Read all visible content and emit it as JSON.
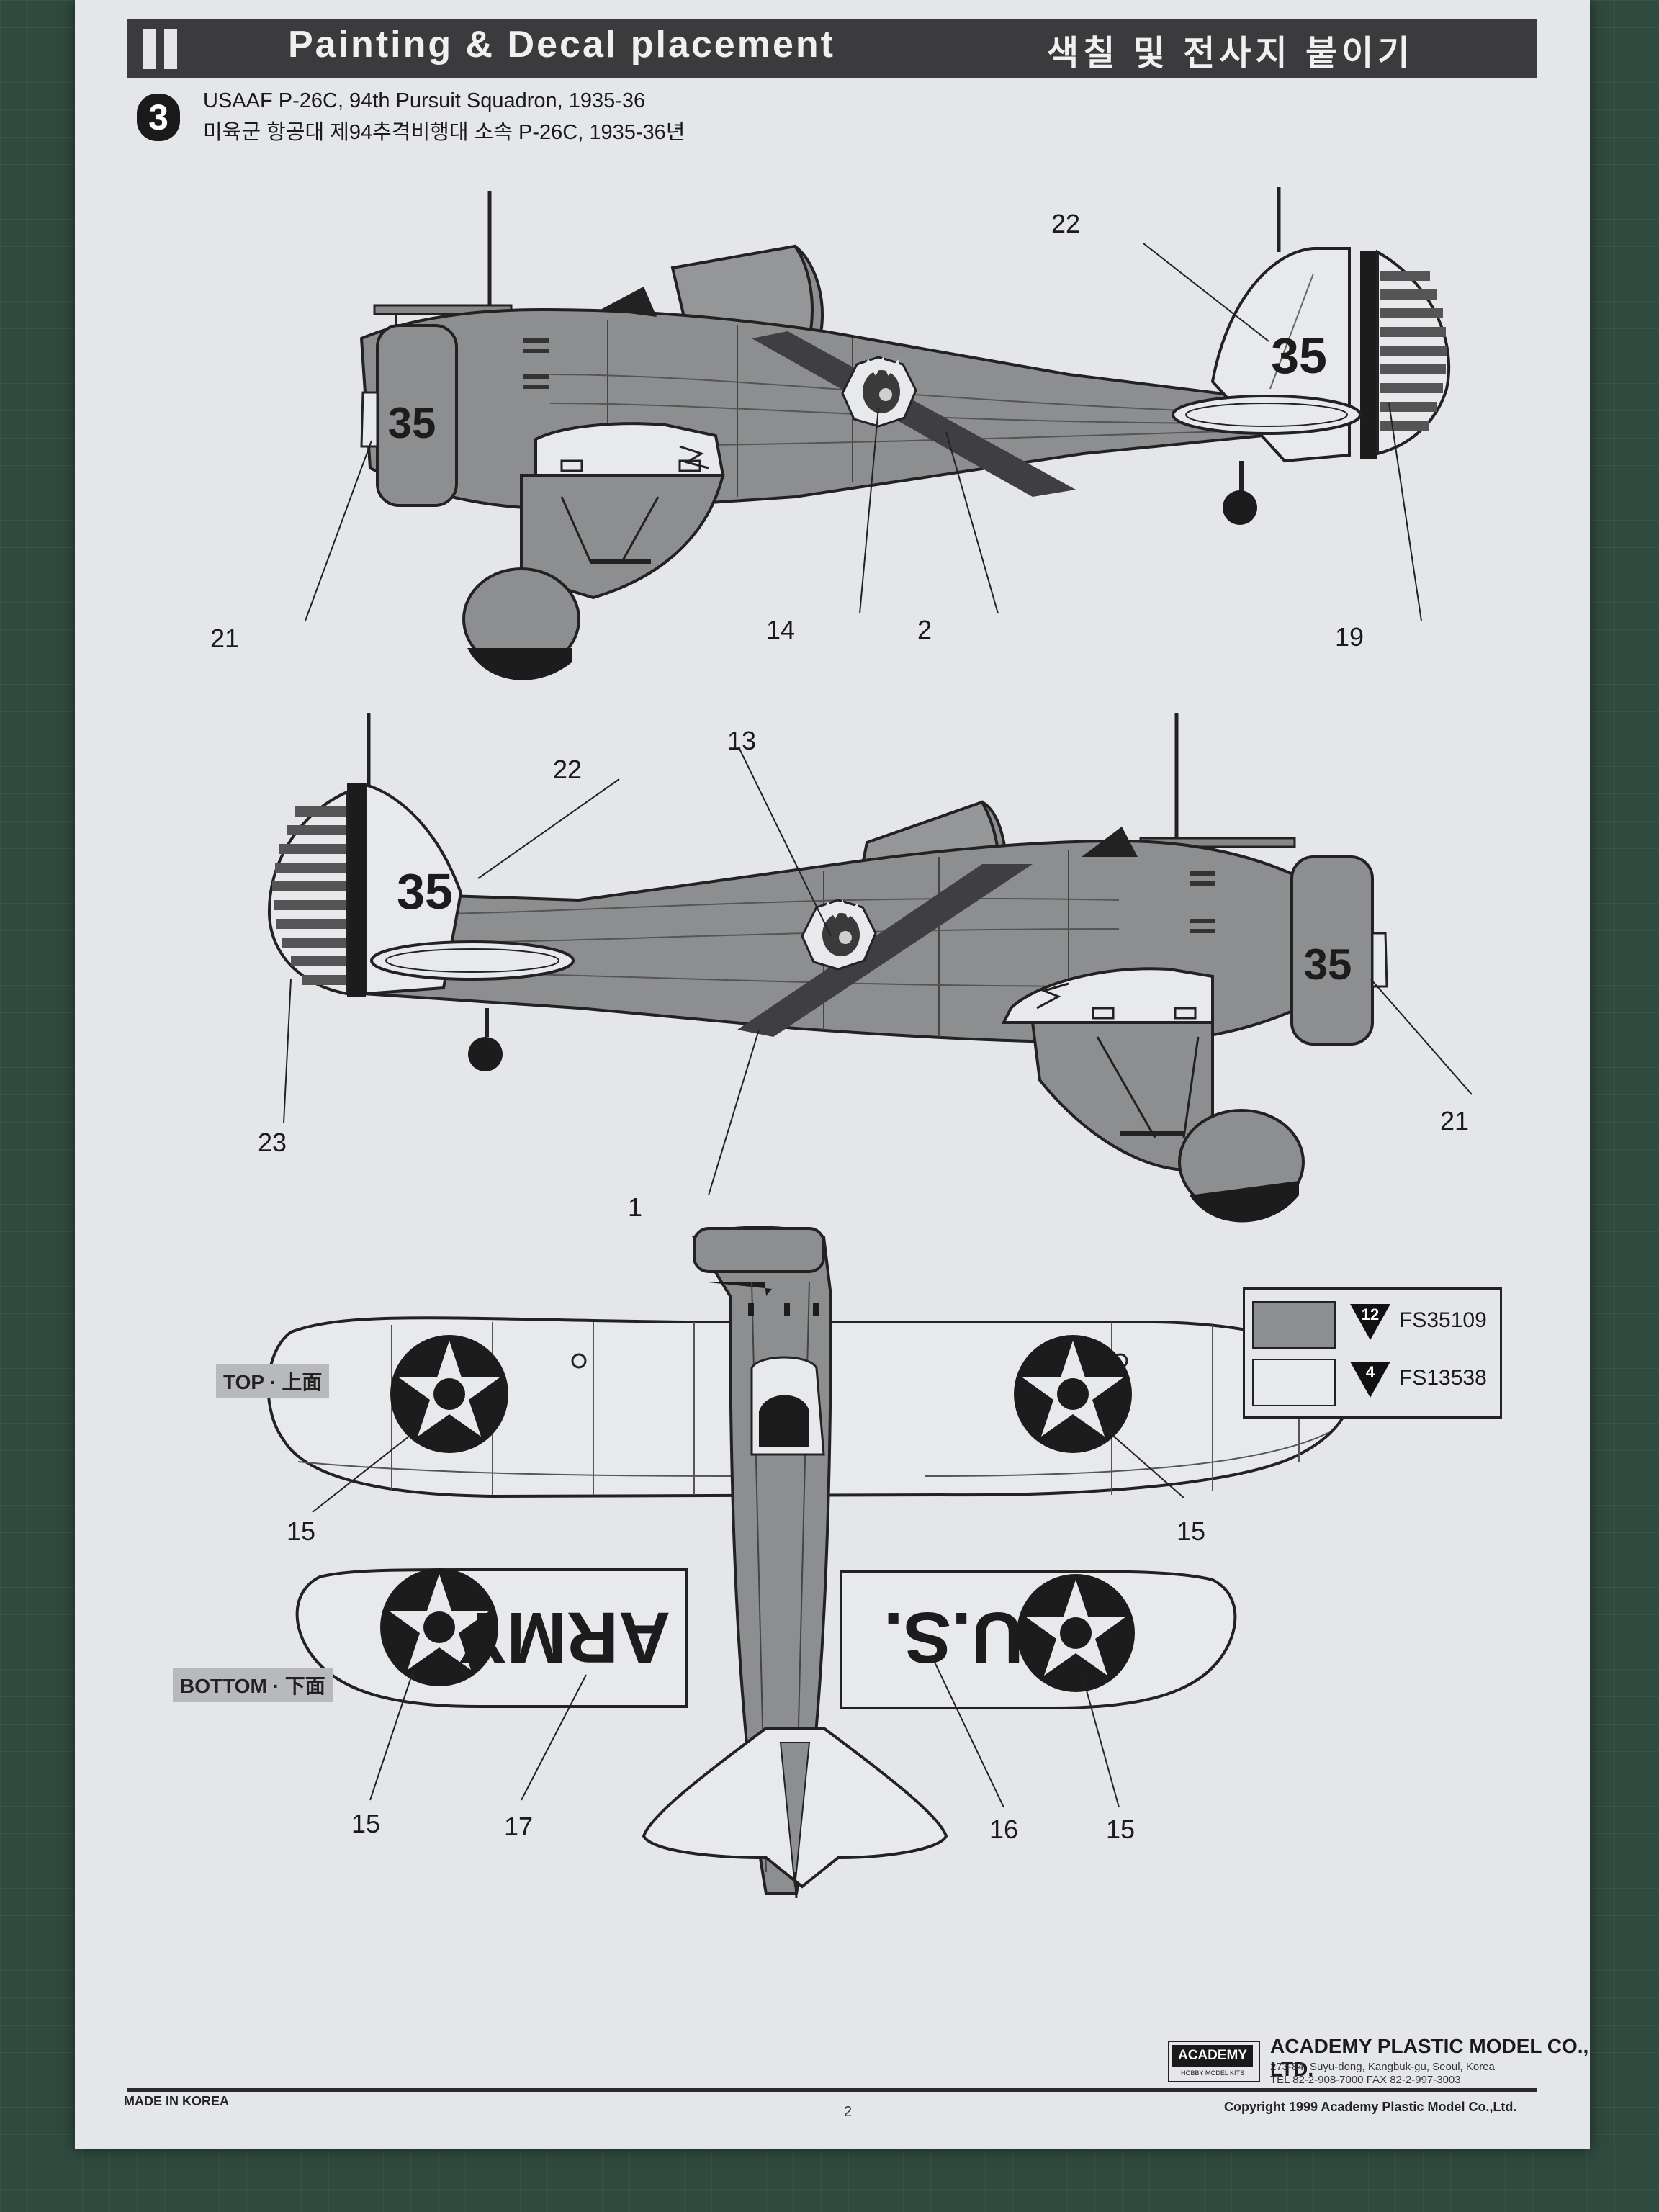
{
  "header": {
    "section_mark": "II",
    "title": "Painting & Decal placement",
    "title_ko": "색칠 및 전사지 붙이기"
  },
  "scheme": {
    "number": "3",
    "line_en": "USAAF P-26C, 94th Pursuit Squadron, 1935-36",
    "line_ko": "미육군 항공대 제94추격비행대 소속 P-26C, 1935-36년"
  },
  "markings": {
    "fuselage_number": "35",
    "wing_bottom_left_text": "ARMY",
    "wing_bottom_right_text": "U.S."
  },
  "callouts": {
    "left_view": [
      "22",
      "21",
      "14",
      "2",
      "19"
    ],
    "right_view": [
      "13",
      "22",
      "23",
      "1",
      "21"
    ],
    "top_view": [
      "15",
      "15"
    ],
    "bottom_view": [
      "15",
      "17",
      "16",
      "15"
    ]
  },
  "view_labels": {
    "top": "TOP · 上面",
    "bottom": "BOTTOM · 下面"
  },
  "legend": [
    {
      "paint_no": "12",
      "fs_code": "FS35109",
      "color": "#8d8e90"
    },
    {
      "paint_no": "4",
      "fs_code": "FS13538",
      "color": "#e8e9ec"
    }
  ],
  "footer": {
    "logo_main": "ACADEMY",
    "logo_sub": "HOBBY MODEL KITS",
    "company": "ACADEMY PLASTIC MODEL CO., LTD.",
    "address_1": "273-84, Suyu-dong, Kangbuk-gu, Seoul, Korea",
    "address_2": "TEL 82-2-908-7000  FAX 82-2-997-3003",
    "made_in": "MADE IN KOREA",
    "page_number": "2",
    "copyright": "Copyright 1999 Academy Plastic Model Co.,Ltd."
  }
}
